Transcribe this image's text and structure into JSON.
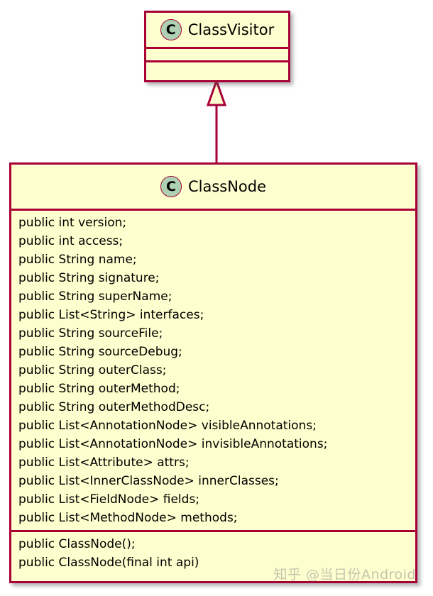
{
  "diagram": {
    "type": "uml-class-diagram",
    "background": "#ffffff",
    "colors": {
      "class_fill": "#fefece",
      "class_border": "#a80036",
      "icon_fill": "#ADD1B2",
      "text": "#000000"
    }
  },
  "classes": [
    {
      "id": "class-visitor",
      "name": "ClassVisitor",
      "stereotype_icon": "C",
      "icon_name": "class-icon",
      "fields": [],
      "methods": []
    },
    {
      "id": "class-node",
      "name": "ClassNode",
      "stereotype_icon": "C",
      "icon_name": "class-icon",
      "fields": [
        "public int version;",
        "public int access;",
        "public String name;",
        "public String signature;",
        "public String superName;",
        "public List<String> interfaces;",
        "public String sourceFile;",
        "public String sourceDebug;",
        "public String outerClass;",
        "public String outerMethod;",
        "public String outerMethodDesc;",
        "public List<AnnotationNode> visibleAnnotations;",
        "public List<AnnotationNode> invisibleAnnotations;",
        "public List<Attribute> attrs;",
        "public List<InnerClassNode> innerClasses;",
        "public List<FieldNode> fields;",
        "public List<MethodNode> methods;"
      ],
      "methods": [
        "public ClassNode();",
        "public ClassNode(final int api)"
      ]
    }
  ],
  "relationships": [
    {
      "id": "inheritance-link",
      "type": "generalization",
      "from": "ClassNode",
      "to": "ClassVisitor",
      "arrow": "hollow-triangle"
    }
  ],
  "watermark": {
    "text": "知乎 @当日份Android"
  }
}
